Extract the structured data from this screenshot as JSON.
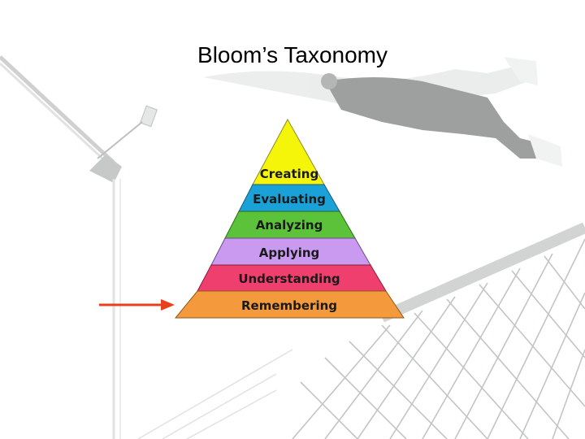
{
  "slide": {
    "title": "Bloom’s Taxonomy"
  },
  "pyramid": {
    "levels": [
      {
        "label": "Creating",
        "color": "#f5f50a"
      },
      {
        "label": "Evaluating",
        "color": "#1aa2d8"
      },
      {
        "label": "Analyzing",
        "color": "#5cc23a"
      },
      {
        "label": "Applying",
        "color": "#c99af0"
      },
      {
        "label": "Understanding",
        "color": "#ef3f6e"
      },
      {
        "label": "Remembering",
        "color": "#f59a3c"
      }
    ],
    "highlighted_level": "Remembering"
  },
  "arrow": {
    "color": "#e8401c",
    "points_to": "Remembering"
  },
  "background": {
    "description_colors": {
      "net": "#9aa0a0",
      "pole": "#b8bcbc",
      "figure_dark": "#505454",
      "figure_light": "#dcdcdc"
    }
  }
}
